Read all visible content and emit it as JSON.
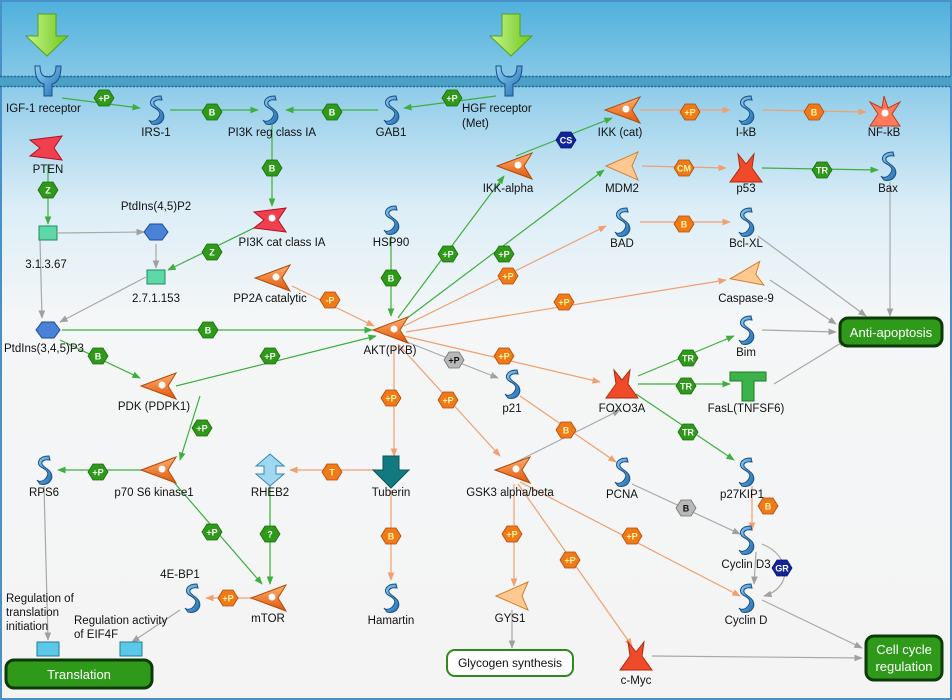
{
  "nodes": {
    "igf1r": "IGF-1 receptor",
    "irs1": "IRS-1",
    "pi3kreg": "PI3K reg class IA",
    "gab1": "GAB1",
    "hgfr_1": "HGF receptor",
    "hgfr_2": "(Met)",
    "ikkcat": "IKK (cat)",
    "ikb": "I-kB",
    "nfkb": "NF-kB",
    "pten": "PTEN",
    "ptdins45": "PtdIns(4,5)P2",
    "pi3kcat": "PI3K cat class IA",
    "hsp90": "HSP90",
    "ikkalpha": "IKK-alpha",
    "mdm2": "MDM2",
    "p53": "p53",
    "bax": "Bax",
    "ec31367": "3.1.3.67",
    "ec271153": "2.7.1.153",
    "pp2a": "PP2A catalytic",
    "bad": "BAD",
    "bclxl": "Bcl-XL",
    "casp9": "Caspase-9",
    "ptdins345": "PtdIns(3,4,5)P3",
    "akt": "AKT(PKB)",
    "bim": "Bim",
    "pdk1": "PDK (PDPK1)",
    "p21": "p21",
    "foxo3a": "FOXO3A",
    "fasl": "FasL(TNFSF6)",
    "rps6": "RPS6",
    "p70s6k": "p70 S6 kinase1",
    "rheb2": "RHEB2",
    "tuberin": "Tuberin",
    "gsk3": "GSK3 alpha/beta",
    "pcna": "PCNA",
    "p27kip1": "p27KIP1",
    "cyclind3": "Cyclin D3",
    "eb41": "4E-BP1",
    "mtor": "mTOR",
    "hamartin": "Hamartin",
    "gys1": "GYS1",
    "cyclind": "Cyclin D",
    "cmyc": "c-Myc",
    "reg_trans_1": "Regulation of",
    "reg_trans_2": "translation",
    "reg_trans_3": "initiation",
    "reg_eif_1": "Regulation activity",
    "reg_eif_2": "of EIF4F"
  },
  "outcomes": {
    "anti_apoptosis": "Anti-apoptosis",
    "translation": "Translation",
    "glycogen": "Glycogen synthesis",
    "cell_cycle_1": "Cell cycle",
    "cell_cycle_2": "regulation"
  },
  "badges": {
    "plus_p": "+P",
    "binding": "B",
    "z": "Z",
    "minus_p": "-P",
    "transformation": "T",
    "unknown": "?",
    "cs": "CS",
    "cm": "CM",
    "tr": "TR",
    "gr": "GR"
  },
  "colors": {
    "activation": "#3fae3f",
    "inhibition": "#f0a070",
    "neutral": "#a8a8a8",
    "membrane": "#2e7fa6",
    "outcome_green": "#2f9a1a",
    "protein_blue": "#2c88c8",
    "kinase_orange": "#ef6a14"
  },
  "icons": [
    "receptor-icon",
    "protein-icon",
    "kinase-icon",
    "transcription-factor-icon",
    "phosphatase-icon",
    "compound-icon",
    "ligand-arrow-icon"
  ]
}
